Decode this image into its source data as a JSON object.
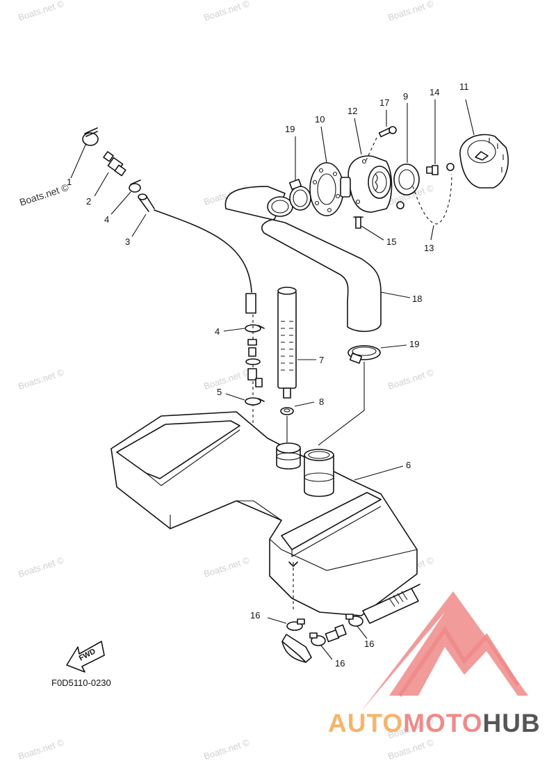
{
  "diagram": {
    "figure_code": "F0D5110-0230",
    "fwd_label": "FWD",
    "callouts": {
      "c1": "1",
      "c2": "2",
      "c3": "3",
      "c4a": "4",
      "c4b": "4",
      "c5": "5",
      "c6": "6",
      "c7": "7",
      "c8": "8",
      "c9": "9",
      "c10": "10",
      "c11": "11",
      "c12": "12",
      "c13": "13",
      "c14": "14",
      "c15": "15",
      "c16a": "16",
      "c16b": "16",
      "c16c": "16",
      "c17": "17",
      "c18": "18",
      "c19a": "19",
      "c19b": "19"
    }
  },
  "watermarks": {
    "primary": "Boats.net ©",
    "faded": [
      "Boats.net ©",
      "Boats.net ©",
      "Boats.net ©",
      "Boats.net ©",
      "Boats.net ©",
      "Boats.net ©",
      "Boats.net ©",
      "Boats.net ©",
      "Boats.net ©",
      "Boats.net ©",
      "Boats.net ©",
      "Boats.net ©",
      "Boats.net ©",
      "Boats.net ©",
      "Boats.net ©"
    ]
  },
  "logo": {
    "part1": "AUTO",
    "part2": "MOTO",
    "part3": "HUB",
    "colors": {
      "auto": "#f6b46b",
      "moto": "#f08a8a",
      "hub": "#555555",
      "triangle": "#f08a8a"
    }
  }
}
